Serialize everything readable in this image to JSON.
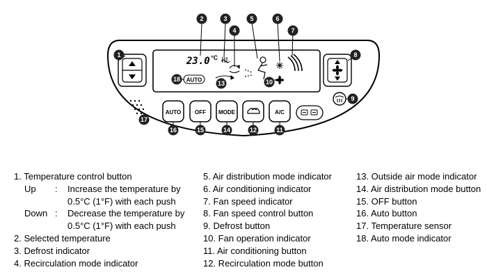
{
  "display": {
    "temperature": "23.0",
    "unit": "°C",
    "auto_label": "AUTO"
  },
  "buttons": {
    "auto": "AUTO",
    "off": "OFF",
    "mode": "MODE",
    "ac": "A/C"
  },
  "callouts": [
    "1",
    "2",
    "3",
    "4",
    "5",
    "6",
    "7",
    "8",
    "9",
    "10",
    "11",
    "12",
    "13",
    "14",
    "15",
    "16",
    "17",
    "18"
  ],
  "legend": {
    "col1": {
      "item1": "1. Temperature control button",
      "up_key": "Up",
      "up_text1": "Increase the temperature by",
      "up_text2": "0.5°C (1°F) with each push",
      "down_key": "Down",
      "down_text1": "Decrease the temperature by",
      "down_text2": "0.5°C (1°F) with each push",
      "item2": "2. Selected temperature",
      "item3": "3. Defrost indicator",
      "item4": "4. Recirculation mode indicator"
    },
    "col2": [
      "5. Air distribution mode indicator",
      "6. Air conditioning indicator",
      "7. Fan speed indicator",
      "8. Fan speed control button",
      "9. Defrost button",
      "10. Fan operation indicator",
      "11. Air conditioning button",
      "12. Recirculation mode button"
    ],
    "col3": [
      "13. Outside air mode indicator",
      "14. Air distribution mode button",
      "15. OFF button",
      "16. Auto button",
      "17. Temperature sensor",
      "18. Auto mode indicator"
    ]
  }
}
